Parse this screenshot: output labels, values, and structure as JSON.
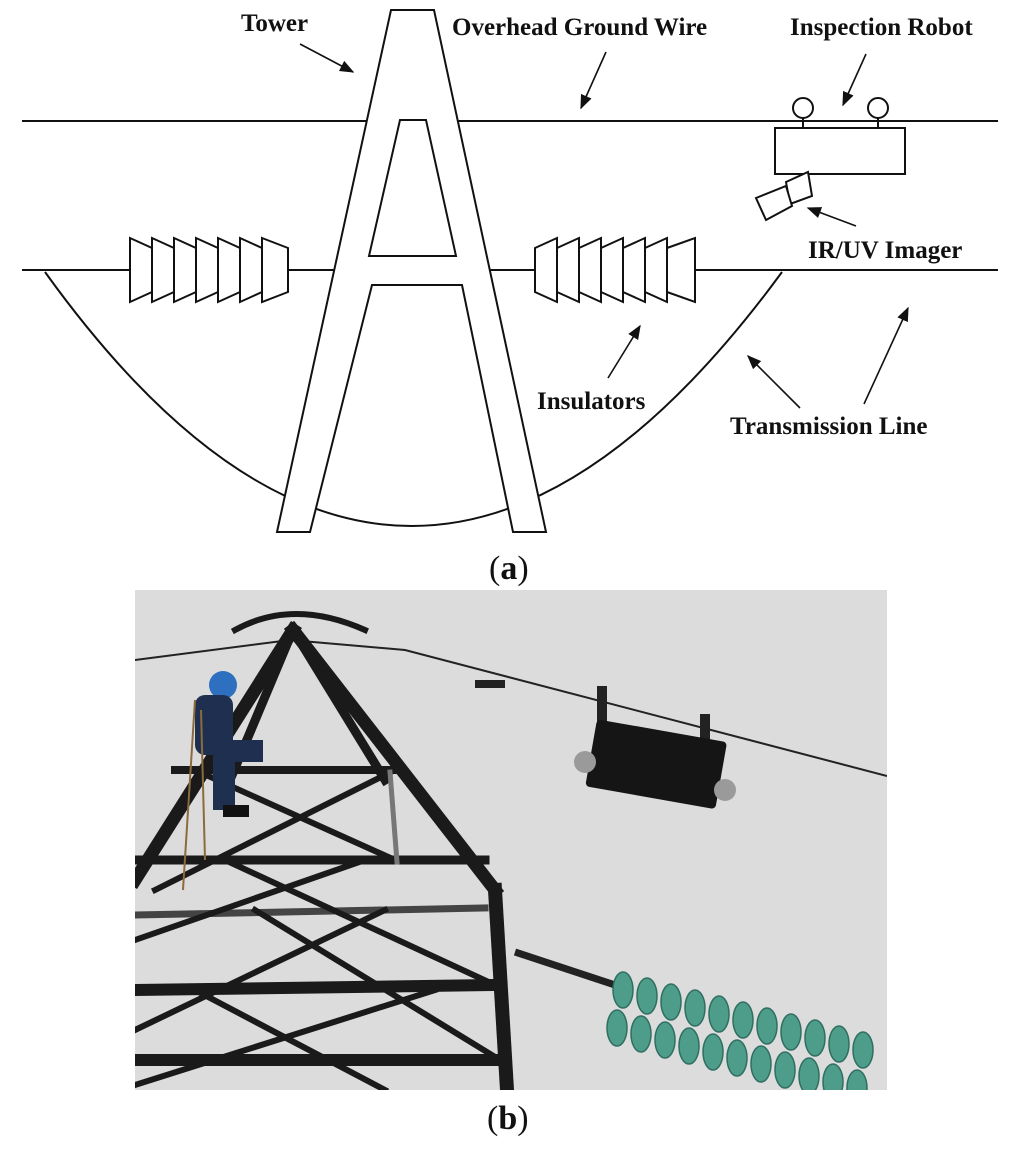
{
  "panel_a": {
    "caption": "a",
    "labels": {
      "tower": "Tower",
      "ground_wire": "Overhead Ground Wire",
      "robot": "Inspection Robot",
      "imager": "IR/UV Imager",
      "insulators": "Insulators",
      "transmission_line": "Transmission Line"
    }
  },
  "panel_b": {
    "caption": "b"
  },
  "colors": {
    "line": "#111111",
    "sky": "#dcdcdc",
    "steel": "#1a1a1a",
    "insulator": "#4e9c8a",
    "helmet": "#2e6fc0"
  }
}
